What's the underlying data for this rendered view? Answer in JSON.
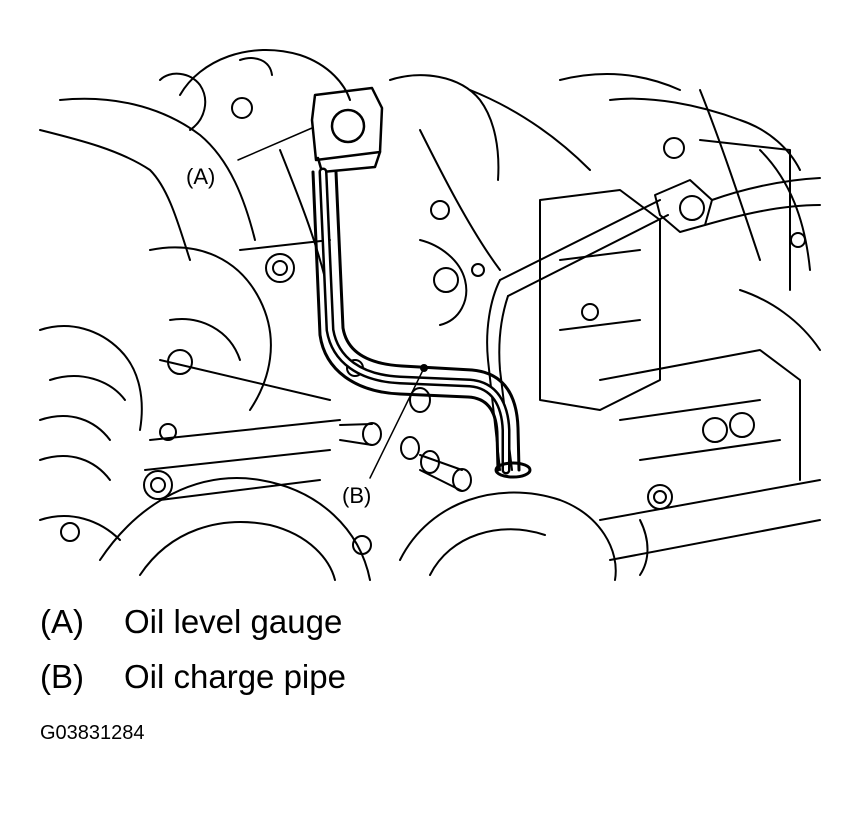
{
  "callouts": {
    "a": "(A)",
    "b": "(B)"
  },
  "legend": [
    {
      "key": "(A)",
      "text": "Oil level gauge"
    },
    {
      "key": "(B)",
      "text": "Oil charge pipe"
    }
  ],
  "figure_id": "G03831284"
}
